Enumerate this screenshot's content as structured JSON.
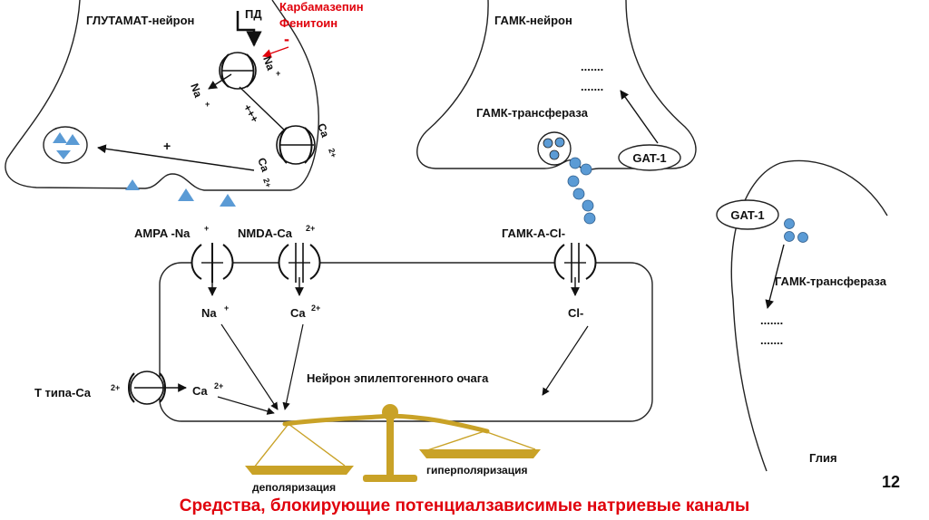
{
  "glutamate_neuron": {
    "title": "ГЛУТАМАТ-нейрон",
    "pd_label": "ПД",
    "na_top": "Na",
    "na_top_sup": "+",
    "na_left": "Na",
    "na_left_sup": "+",
    "plus_plus_plus": "+++",
    "ca_right": "Ca",
    "ca_right_sup": "2+",
    "ca_bottom": "Ca",
    "ca_bottom_sup": "2+",
    "plus": "+"
  },
  "drugs": {
    "drug1": "Карбамазепин",
    "drug2": "Фенитоин",
    "minus": "-",
    "color": "#e0000b"
  },
  "gaba_neuron": {
    "title": "ГАМК-нейрон",
    "dots1": ".......",
    "dots2": ".......",
    "transferase": "ГАМК-трансфераза",
    "gat": "GAT-1"
  },
  "receptors": {
    "ampa": "AMPA -Na",
    "ampa_sup": "+",
    "nmda": "NMDA-Ca",
    "nmda_sup": "2+",
    "gaba_a": "ГАМК-А-Cl-"
  },
  "postsynaptic": {
    "na": "Na",
    "na_sup": "+",
    "ca": "Ca",
    "ca_sup": "2+",
    "cl": "Cl-",
    "t_type": "Т типа-Ca",
    "t_type_sup": "2+",
    "t_ca": "Ca",
    "t_ca_sup": "2+",
    "neuron_label": "Нейрон эпилептогенного очага",
    "depolarization": "деполяризация",
    "hyperpolarization": "гиперполяризация"
  },
  "glia": {
    "gat": "GAT-1",
    "transferase": "ГАМК-трансфераза",
    "dots1": ".......",
    "dots2": ".......",
    "label": "Глия"
  },
  "page_number": "12",
  "footer_title": "Средства, блокирующие потенциалзависимые натриевые каналы",
  "colors": {
    "triangle": "#5b9bd5",
    "gaba_dot": "#5b9bd5",
    "balance": "#c9a227",
    "title_red": "#e0000b"
  }
}
